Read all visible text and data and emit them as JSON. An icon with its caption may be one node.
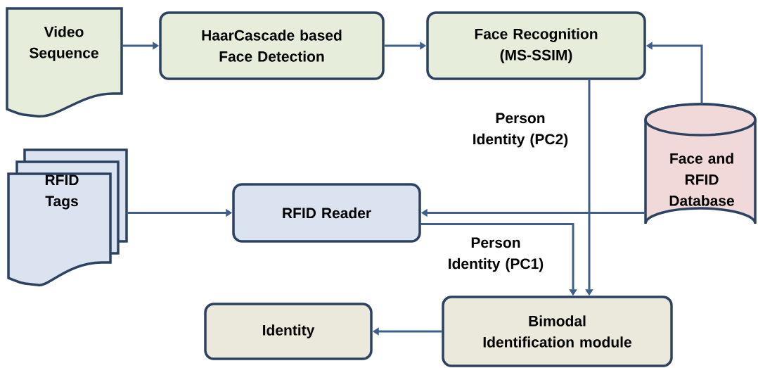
{
  "diagram": {
    "nodes": [
      {
        "text": [
          "Video Sequence"
        ]
      },
      {
        "text": [
          "HaarCascade based Face Detection"
        ]
      },
      {
        "text": [
          "Face Recognition (MS-SSIM)"
        ]
      },
      {
        "text": [
          "RFID Tags"
        ]
      },
      {
        "text": [
          "RFID Reader"
        ]
      },
      {
        "text": [
          "Face and RFID Database"
        ]
      },
      {
        "text": [
          "Identity"
        ]
      },
      {
        "text": [
          "Bimodal Identification module"
        ]
      }
    ],
    "edges": [
      {
        "from": 0,
        "to": 1,
        "arrow": "to"
      },
      {
        "from": 1,
        "to": 2,
        "arrow": "to"
      },
      {
        "from": 5,
        "to": 2,
        "arrow": "to"
      },
      {
        "from": 3,
        "to": 4,
        "arrow": "to"
      },
      {
        "from": 5,
        "to": 4,
        "arrow": "to"
      },
      {
        "from": 2,
        "to": 7,
        "arrow": "to",
        "label": "Person Identity (PC2)"
      },
      {
        "from": 4,
        "to": 7,
        "arrow": "to",
        "label": "Person Identity (PC1)"
      },
      {
        "from": 7,
        "to": 6,
        "arrow": "to"
      }
    ]
  }
}
